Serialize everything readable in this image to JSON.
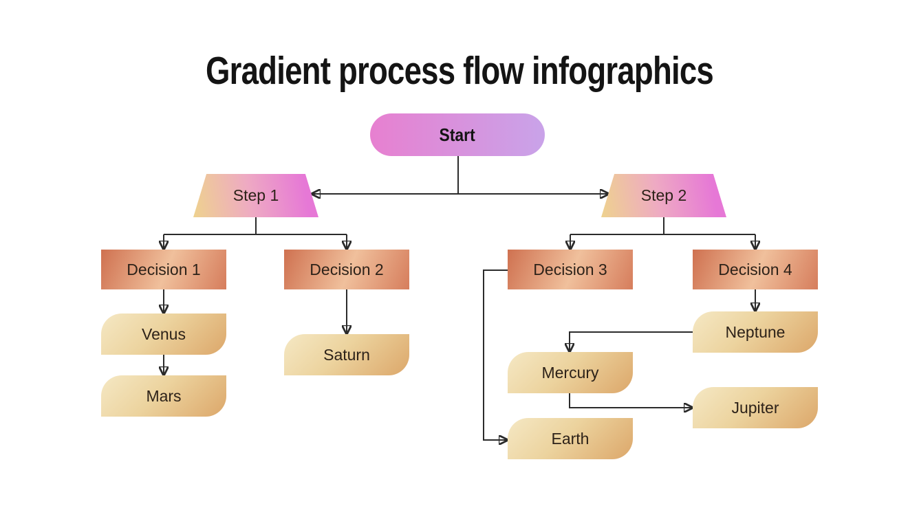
{
  "title": "Gradient process flow infographics",
  "nodes": {
    "start": {
      "label": "Start",
      "type": "start"
    },
    "step1": {
      "label": "Step 1",
      "type": "step"
    },
    "step2": {
      "label": "Step 2",
      "type": "step"
    },
    "decision1": {
      "label": "Decision 1",
      "type": "decision"
    },
    "decision2": {
      "label": "Decision 2",
      "type": "decision"
    },
    "decision3": {
      "label": "Decision 3",
      "type": "decision"
    },
    "decision4": {
      "label": "Decision 4",
      "type": "decision"
    },
    "venus": {
      "label": "Venus",
      "type": "planet"
    },
    "mars": {
      "label": "Mars",
      "type": "planet"
    },
    "saturn": {
      "label": "Saturn",
      "type": "planet"
    },
    "neptune": {
      "label": "Neptune",
      "type": "planet"
    },
    "mercury": {
      "label": "Mercury",
      "type": "planet"
    },
    "jupiter": {
      "label": "Jupiter",
      "type": "planet"
    },
    "earth": {
      "label": "Earth",
      "type": "planet"
    }
  },
  "edges": [
    {
      "from": "start",
      "to": "step1"
    },
    {
      "from": "start",
      "to": "step2"
    },
    {
      "from": "step1",
      "to": "decision1"
    },
    {
      "from": "step1",
      "to": "decision2"
    },
    {
      "from": "step2",
      "to": "decision3"
    },
    {
      "from": "step2",
      "to": "decision4"
    },
    {
      "from": "decision1",
      "to": "venus"
    },
    {
      "from": "venus",
      "to": "mars"
    },
    {
      "from": "decision2",
      "to": "saturn"
    },
    {
      "from": "decision3",
      "to": "earth"
    },
    {
      "from": "decision4",
      "to": "neptune"
    },
    {
      "from": "neptune",
      "to": "mercury"
    },
    {
      "from": "mercury",
      "to": "jupiter"
    }
  ],
  "colors": {
    "background": "#ffffff",
    "title_text": "#141414",
    "label_text": "#2d2219",
    "line": "#2b2b2b",
    "start_from": "#e780d0",
    "start_to": "#c9a3e9",
    "step_left": "#eed28e",
    "step_mid": "#eeaac3",
    "step_right": "#e678d6",
    "decision_dark": "#cf7150",
    "decision_light": "#f0c09c",
    "decision_dark2": "#d67d5c",
    "planet_light": "#f5e8c4",
    "planet_mid": "#ecd39e",
    "planet_dark": "#dca76a"
  }
}
